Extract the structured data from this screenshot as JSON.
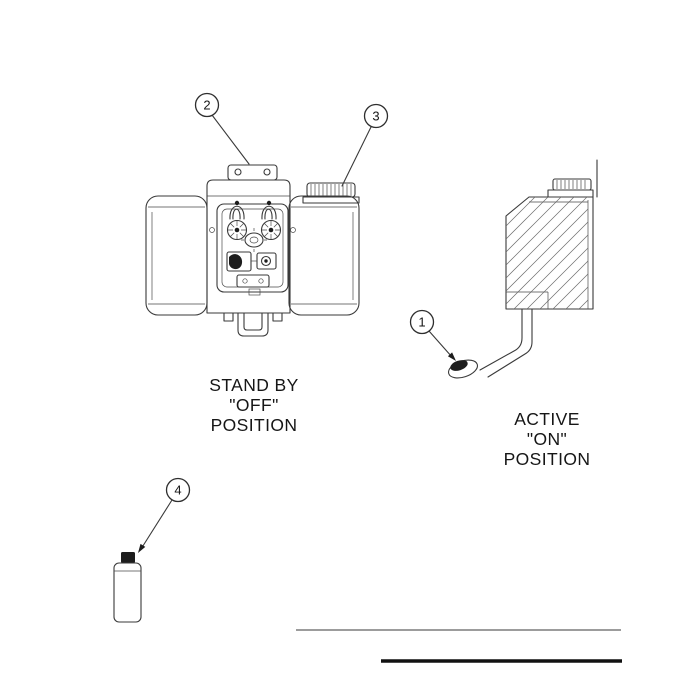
{
  "page": {
    "background": "#ffffff",
    "line_color": "#3a3a3a"
  },
  "callouts": [
    {
      "label": "1"
    },
    {
      "label": "2"
    },
    {
      "label": "3"
    },
    {
      "label": "4"
    }
  ],
  "labels": {
    "standby_line1": "STAND BY",
    "standby_line2": "\"OFF\"",
    "standby_line3": "POSITION",
    "active_line1": "ACTIVE",
    "active_line2": "\"ON\"",
    "active_line3": "POSITION"
  }
}
